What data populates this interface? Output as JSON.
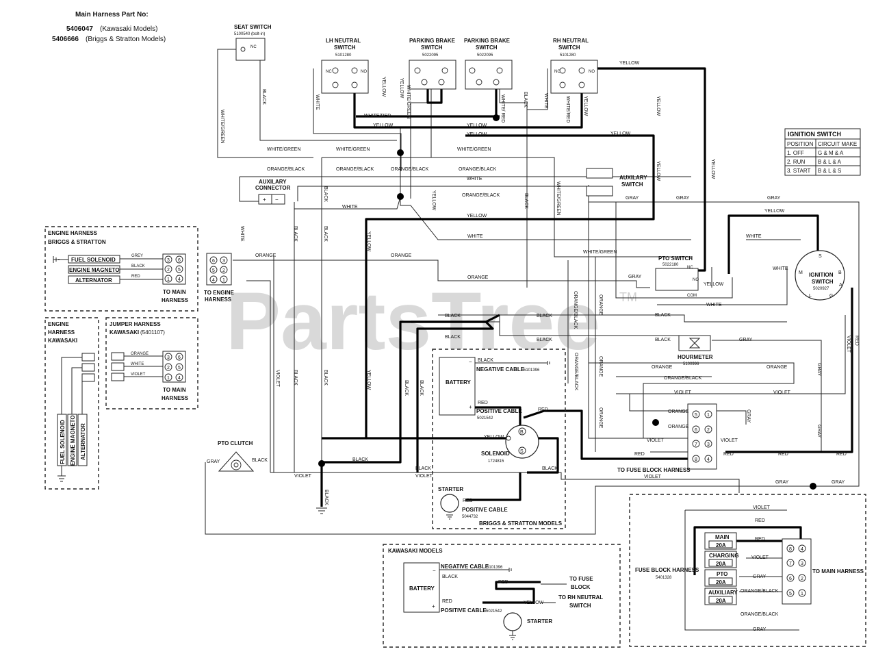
{
  "header": {
    "title": "Main Harness Part No:",
    "part1_num": "5406047",
    "part1_note": "(Kawasaki Models)",
    "part2_num": "5406666",
    "part2_note": "(Briggs & Stratton Models)"
  },
  "watermark": {
    "text": "PartsTree",
    "tm": "TM"
  },
  "switches": {
    "seat": {
      "title": "SEAT SWITCH",
      "part": "5100540 (bolt-in)",
      "contact": "NC"
    },
    "lh_neutral": {
      "title1": "LH NEUTRAL",
      "title2": "SWITCH",
      "part": "5101280"
    },
    "pbrake1": {
      "title1": "PARKING BRAKE",
      "title2": "SWITCH",
      "part": "5022095"
    },
    "pbrake2": {
      "title1": "PARKING BRAKE",
      "title2": "SWITCH",
      "part": "5022095"
    },
    "rh_neutral": {
      "title1": "RH NEUTRAL",
      "title2": "SWITCH",
      "part": "5101280"
    },
    "nc": "NC",
    "no": "NO"
  },
  "ignition_table": {
    "title": "IGNITION SWITCH",
    "headers": [
      "POSITION",
      "CIRCUIT MAKE"
    ],
    "rows": [
      [
        "1. OFF",
        "G & M & A"
      ],
      [
        "2. RUN",
        "B & L & A"
      ],
      [
        "3. START",
        "B & L & S"
      ]
    ]
  },
  "components": {
    "aux_connector": {
      "title1": "AUXILARY",
      "title2": "CONNECTOR",
      "plus": "+",
      "minus": "−"
    },
    "aux_switch": {
      "title1": "AUXILARY",
      "title2": "SWITCH"
    },
    "pto_switch": {
      "title": "PTO SWITCH",
      "part": "5022180",
      "nc": "NC",
      "no": "NO",
      "com": "COM"
    },
    "ignition_switch": {
      "title1": "IGNITION",
      "title2": "SWITCH",
      "part": "5020927",
      "s": "S",
      "b": "B",
      "m": "M",
      "a": "A",
      "l": "L",
      "g": "G"
    },
    "hourmeter": {
      "title": "HOURMETER",
      "part": "5100996"
    },
    "pto_clutch": {
      "title": "PTO CLUTCH"
    },
    "to_engine_harness": {
      "line1": "TO ENGINE",
      "line2": "HARNESS"
    },
    "to_fuse_block": "TO FUSE BLOCK HARNESS"
  },
  "engine_harness_bs": {
    "title1": "ENGINE HARNESS",
    "title2": "BRIGGS & STRATTON",
    "items": [
      "FUEL SOLENOID",
      "ENGINE MAGNETO",
      "ALTERNATOR"
    ],
    "wires": [
      "GREY",
      "BLACK",
      "RED"
    ],
    "to1": "TO MAIN",
    "to2": "HARNESS"
  },
  "engine_harness_kaw": {
    "title1": "ENGINE",
    "title2": "HARNESS",
    "title3": "KAWASAKI",
    "items": [
      "FUEL SOLENOID",
      "ENGINE MAGNETO",
      "ALTERNATOR"
    ]
  },
  "jumper_harness": {
    "title": "JUMPER HARNESS",
    "title2": "KAWASAKI",
    "part": "(5401107)",
    "wires": [
      "ORANGE",
      "WHITE",
      "VIOLET"
    ],
    "to1": "TO MAIN",
    "to2": "HARNESS"
  },
  "bs_models": {
    "label": "BRIGGS & STRATTON MODELS",
    "battery": "BATTERY",
    "neg_cable": "NEGATIVE CABLE",
    "neg_part": "5101396",
    "pos_cable": "POSITIVE CABLE",
    "pos_part": "5021542",
    "solenoid": "SOLENOID",
    "solenoid_part": "1724815",
    "starter": "STARTER",
    "starter_cable": "POSITIVE CABLE",
    "starter_part": "5044732",
    "b": "B",
    "s": "S",
    "minus": "−",
    "plus": "+"
  },
  "kaw_models": {
    "label": "KAWASAKI MODELS",
    "battery": "BATTERY",
    "neg_cable": "NEGATIVE CABLE",
    "neg_part": "5101396",
    "pos_cable": "POSITIVE CABLE",
    "pos_part": "5021542",
    "starter": "STARTER",
    "to_fuse1": "TO FUSE",
    "to_fuse2": "BLOCK",
    "to_rh1": "TO RH NEUTRAL",
    "to_rh2": "SWITCH",
    "minus": "−",
    "plus": "+"
  },
  "fuse_block": {
    "title": "FUSE BLOCK HARNESS",
    "part": "5401328",
    "to_main": "TO MAIN HARNESS",
    "fuses": [
      {
        "name": "MAIN",
        "amp": "20A"
      },
      {
        "name": "CHARGING",
        "amp": "20A"
      },
      {
        "name": "PTO",
        "amp": "20A"
      },
      {
        "name": "AUXILIARY",
        "amp": "20A"
      }
    ]
  },
  "wire_labels": {
    "yellow": "YELLOW",
    "black": "BLACK",
    "white": "WHITE",
    "red": "RED",
    "gray": "GRAY",
    "violet": "VIOLET",
    "orange": "ORANGE",
    "white_green": "WHITE/GREEN",
    "white_red": "WHITE/RED",
    "white_red_stack": "WHITE/ RED",
    "orange_black": "ORANGE/BLACK"
  },
  "pins": {
    "p1": "1",
    "p2": "2",
    "p3": "3",
    "p4": "4",
    "p5": "5",
    "p6": "6",
    "p7": "7",
    "p8": "8"
  }
}
